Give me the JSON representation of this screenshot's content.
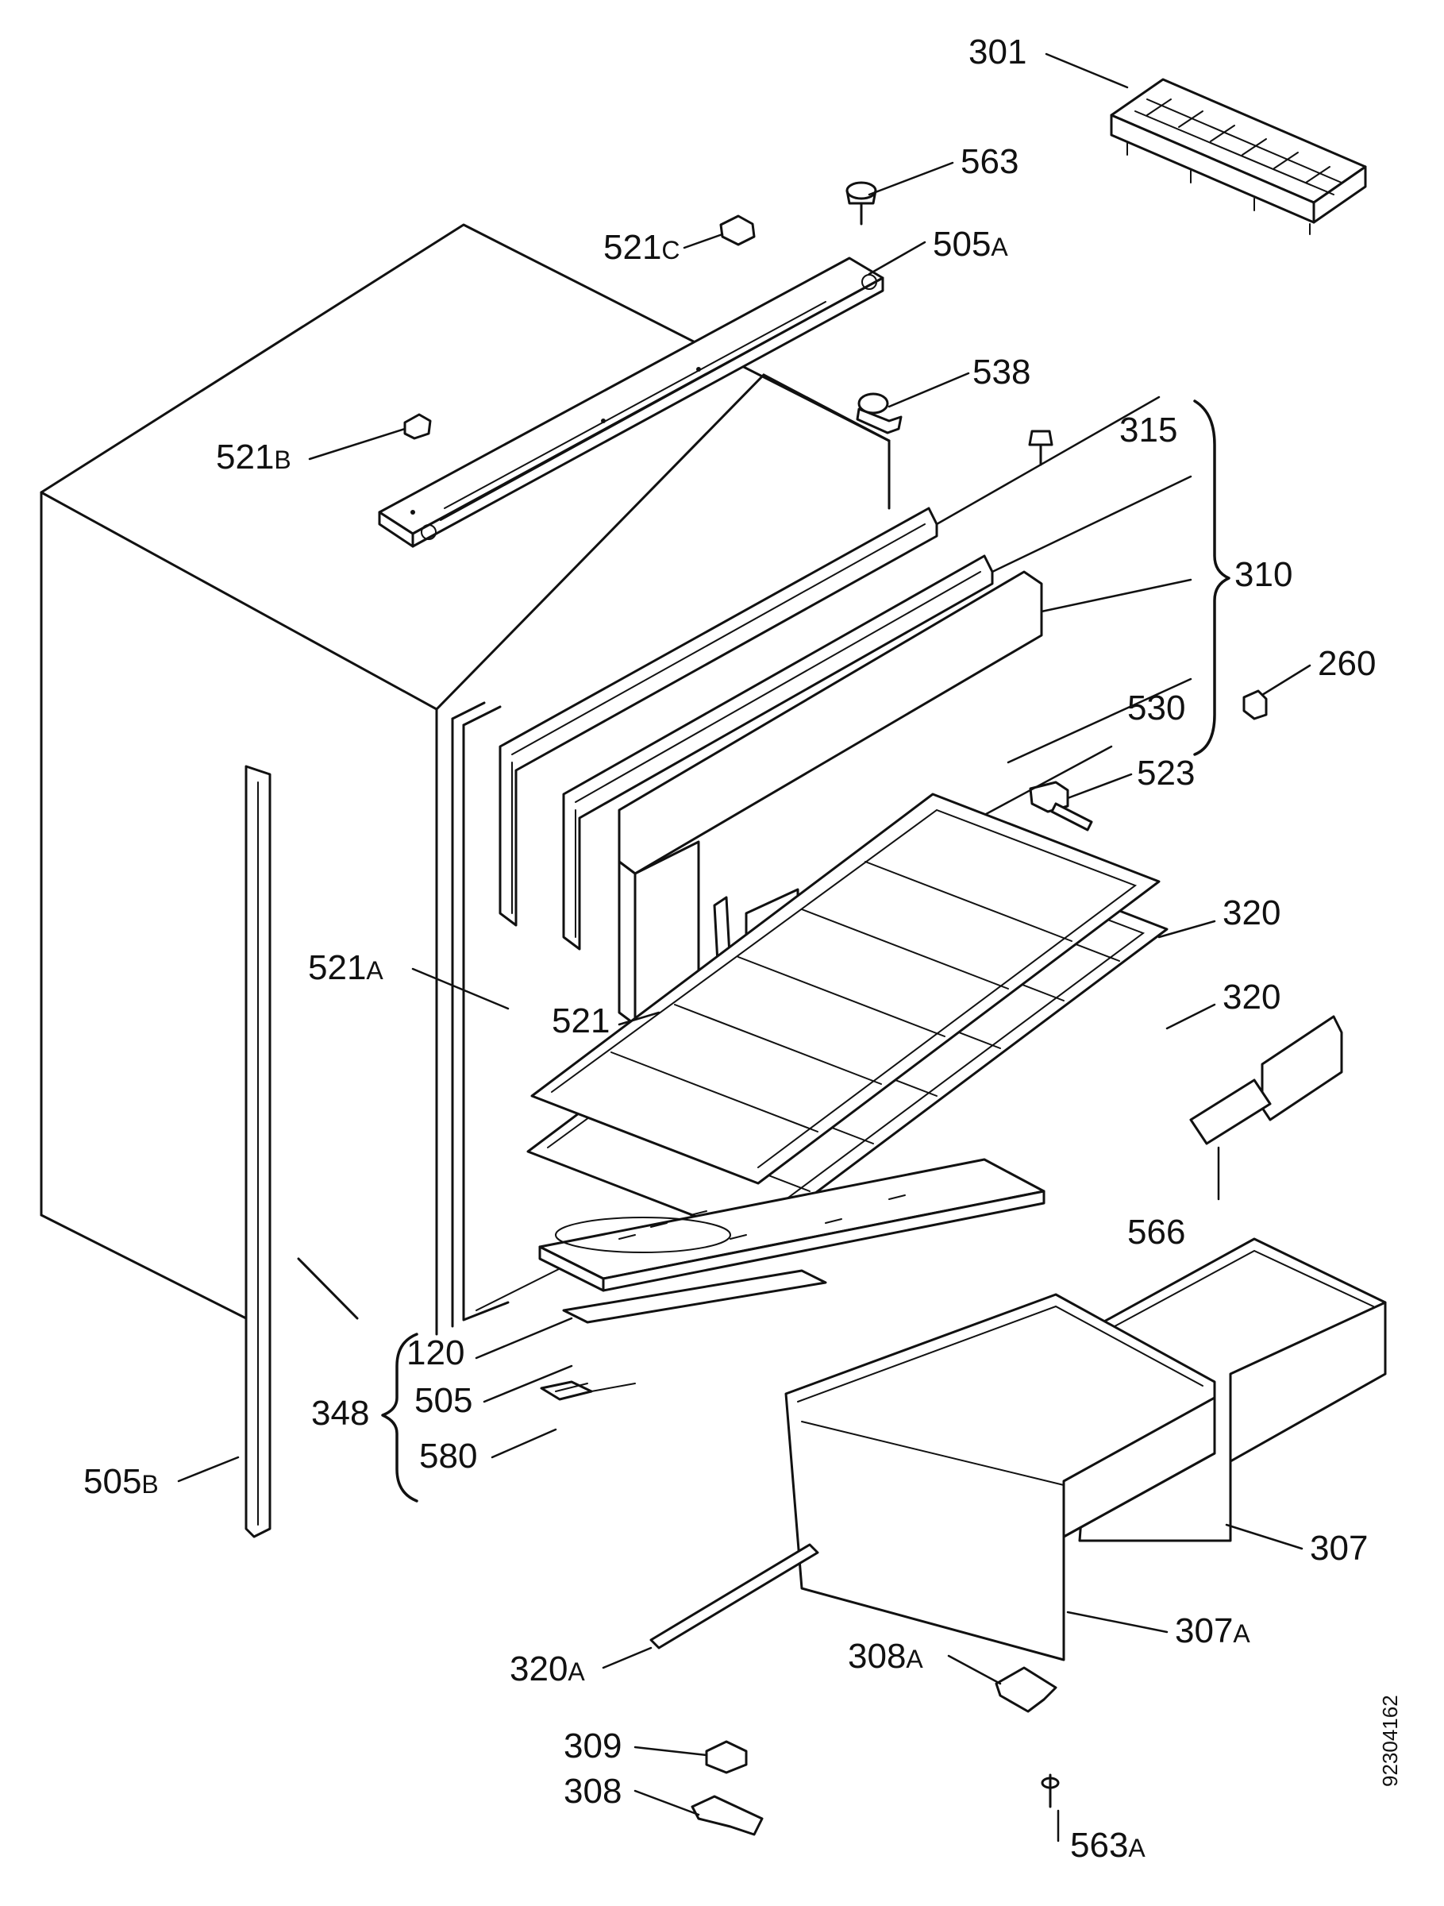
{
  "diagram": {
    "drawing_number": "92304162",
    "parts": [
      {
        "key": "p301",
        "code": "301",
        "suffix": ""
      },
      {
        "key": "p563",
        "code": "563",
        "suffix": ""
      },
      {
        "key": "p521c",
        "code": "521",
        "suffix": "C"
      },
      {
        "key": "p505a",
        "code": "505",
        "suffix": "A"
      },
      {
        "key": "p538",
        "code": "538",
        "suffix": ""
      },
      {
        "key": "p521b",
        "code": "521",
        "suffix": "B"
      },
      {
        "key": "p315",
        "code": "315",
        "suffix": ""
      },
      {
        "key": "p310",
        "code": "310",
        "suffix": ""
      },
      {
        "key": "p260",
        "code": "260",
        "suffix": ""
      },
      {
        "key": "p530",
        "code": "530",
        "suffix": ""
      },
      {
        "key": "p523",
        "code": "523",
        "suffix": ""
      },
      {
        "key": "p320a_top",
        "code": "320",
        "suffix": ""
      },
      {
        "key": "p521a",
        "code": "521",
        "suffix": "A"
      },
      {
        "key": "p521",
        "code": "521",
        "suffix": ""
      },
      {
        "key": "p320b",
        "code": "320",
        "suffix": ""
      },
      {
        "key": "p566",
        "code": "566",
        "suffix": ""
      },
      {
        "key": "p120",
        "code": "120",
        "suffix": ""
      },
      {
        "key": "p505",
        "code": "505",
        "suffix": ""
      },
      {
        "key": "p348",
        "code": "348",
        "suffix": ""
      },
      {
        "key": "p580",
        "code": "580",
        "suffix": ""
      },
      {
        "key": "p505b",
        "code": "505",
        "suffix": "B"
      },
      {
        "key": "p307",
        "code": "307",
        "suffix": ""
      },
      {
        "key": "p307a",
        "code": "307",
        "suffix": "A"
      },
      {
        "key": "p320a",
        "code": "320",
        "suffix": "A"
      },
      {
        "key": "p308a",
        "code": "308",
        "suffix": "A"
      },
      {
        "key": "p309",
        "code": "309",
        "suffix": ""
      },
      {
        "key": "p308",
        "code": "308",
        "suffix": ""
      },
      {
        "key": "p563a",
        "code": "563",
        "suffix": "A"
      }
    ]
  }
}
